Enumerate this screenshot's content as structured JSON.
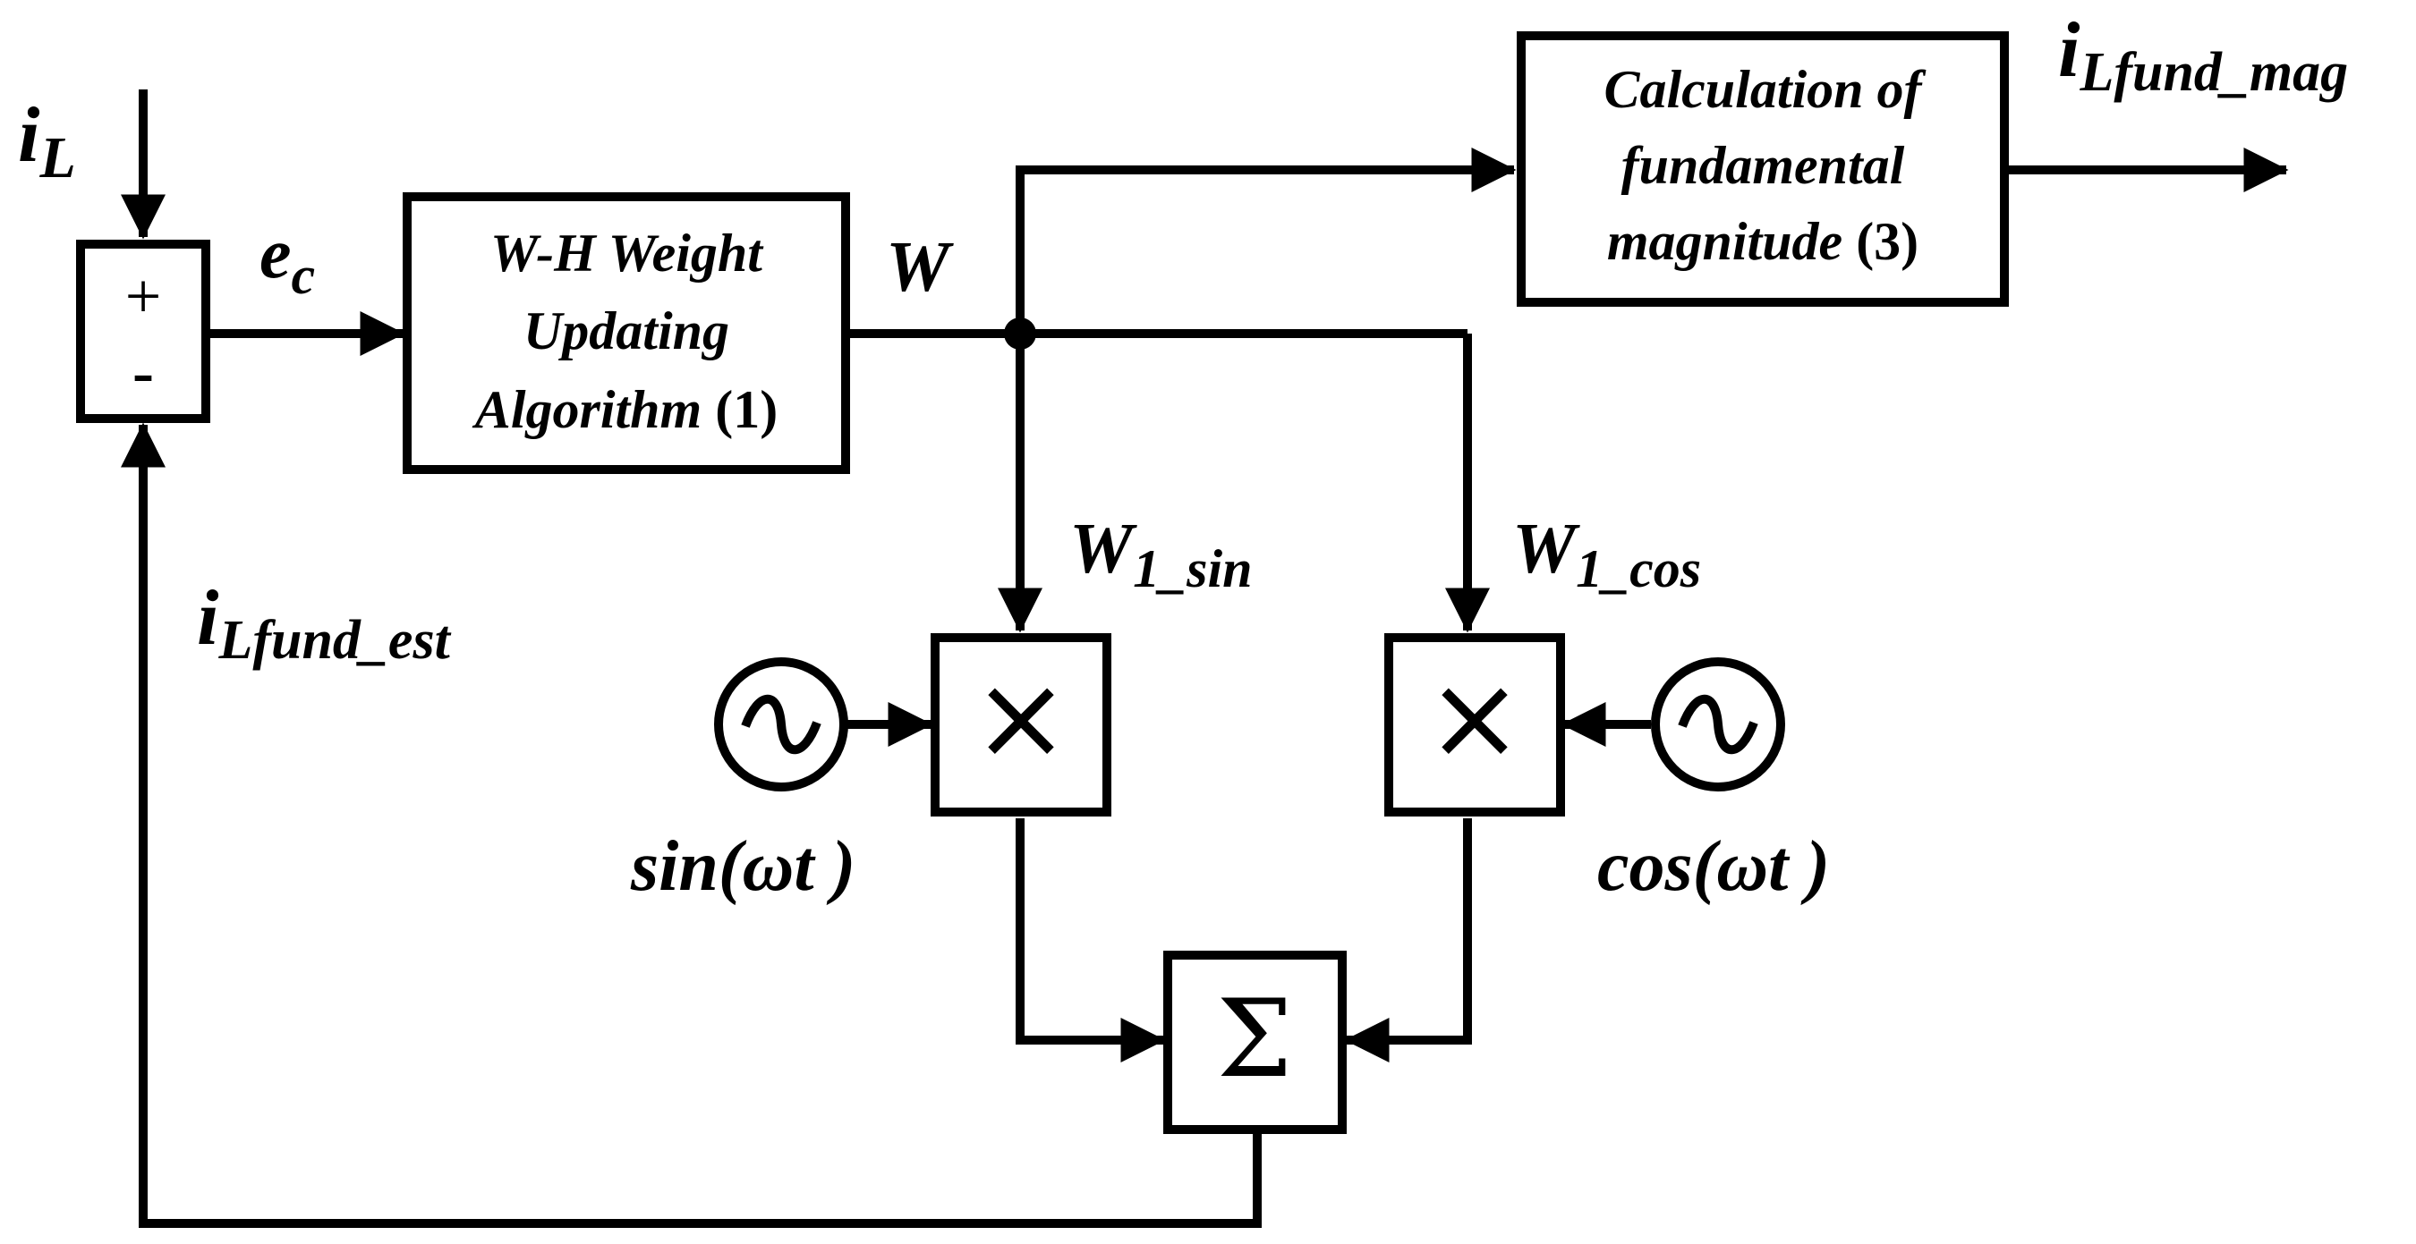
{
  "signals": {
    "iL": {
      "main": "i",
      "sub": "L"
    },
    "ec": {
      "main": "e",
      "sub": "c"
    },
    "W": "W",
    "W1sin": {
      "main": "W",
      "sub": "1_sin"
    },
    "W1cos": {
      "main": "W",
      "sub": "1_cos"
    },
    "iLfund_est": {
      "main": "i",
      "sub": "Lfund_est"
    },
    "iLfund_mag": {
      "main": "i",
      "sub": "Lfund_mag"
    }
  },
  "summing_junction": {
    "plus": "+",
    "minus": "-"
  },
  "blocks": {
    "weight_update": {
      "line1": "W-H Weight",
      "line2": "Updating",
      "line3_italic": "Algorithm",
      "line3_ref": "(1)"
    },
    "magnitude_calc": {
      "line1": "Calculation of",
      "line2": "fundamental",
      "line3_italic": "magnitude",
      "line3_ref": "(3)"
    },
    "multiplier_symbol": "×",
    "sum_symbol": "Σ"
  },
  "sources": {
    "sin": {
      "label": "sin(ωt )"
    },
    "cos": {
      "label": "cos(ωt )"
    }
  }
}
